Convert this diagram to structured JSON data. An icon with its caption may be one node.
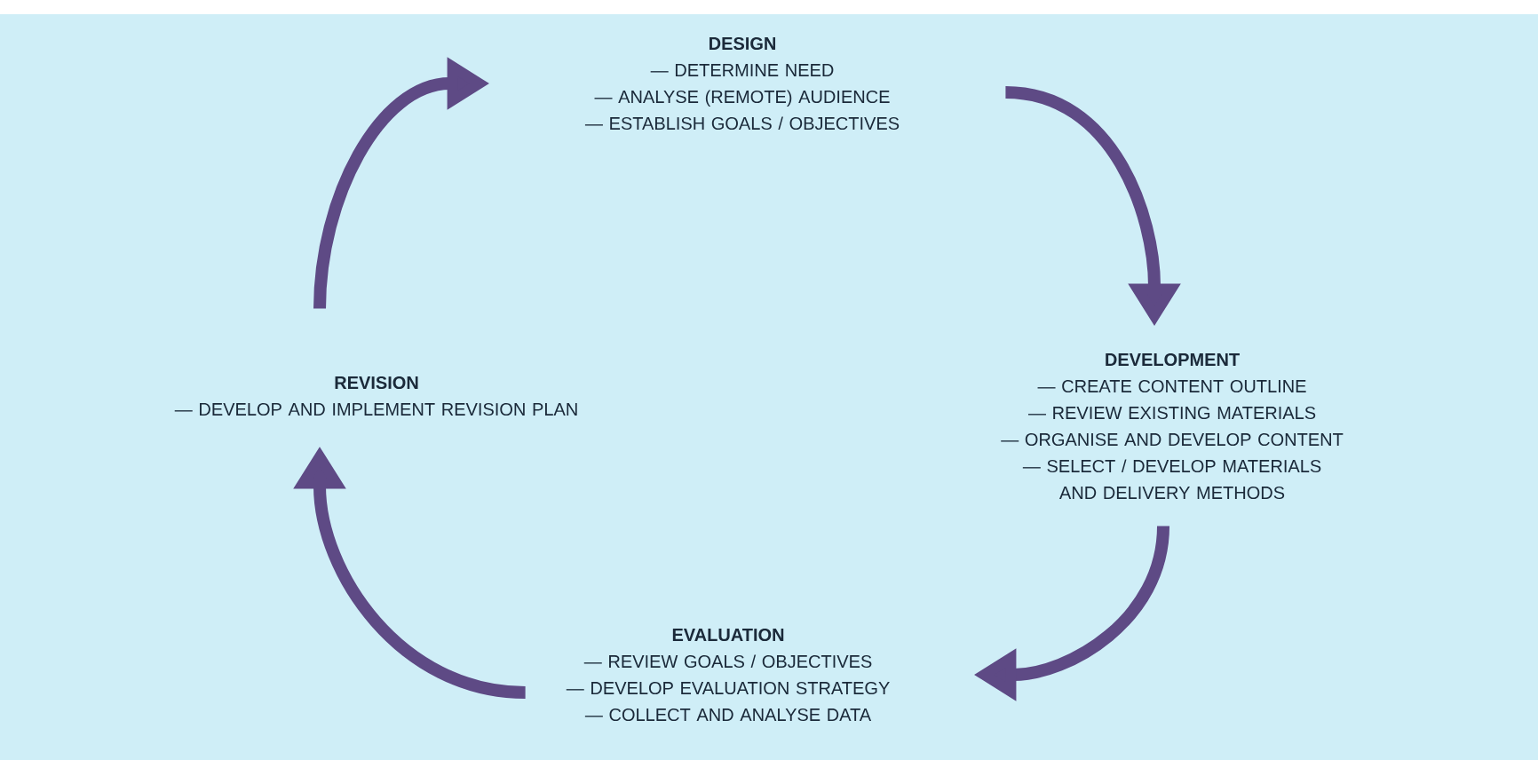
{
  "diagram": {
    "nodes": [
      {
        "text": [
          "DESIGN",
          "— DETERMINE NEED",
          "— ANALYSE (REMOTE) AUDIENCE",
          "— ESTABLISH GOALS / OBJECTIVES"
        ]
      },
      {
        "text": [
          "DEVELOPMENT",
          "— CREATE CONTENT OUTLINE",
          "— REVIEW EXISTING MATERIALS",
          "— ORGANISE AND DEVELOP CONTENT",
          "— SELECT / DEVELOP MATERIALS AND DELIVERY METHODS"
        ]
      },
      {
        "text": [
          "EVALUATION",
          "— REVIEW GOALS / OBJECTIVES",
          "— DEVELOP EVALUATION STRATEGY",
          "— COLLECT AND ANALYSE DATA"
        ]
      },
      {
        "text": [
          "REVISION",
          "— DEVELOP AND IMPLEMENT REVISION PLAN"
        ]
      }
    ],
    "edges": [
      {
        "from": 3,
        "to": 0,
        "arrow": "to"
      },
      {
        "from": 0,
        "to": 1,
        "arrow": "to"
      },
      {
        "from": 1,
        "to": 2,
        "arrow": "to"
      },
      {
        "from": 2,
        "to": 3,
        "arrow": "to"
      }
    ]
  }
}
